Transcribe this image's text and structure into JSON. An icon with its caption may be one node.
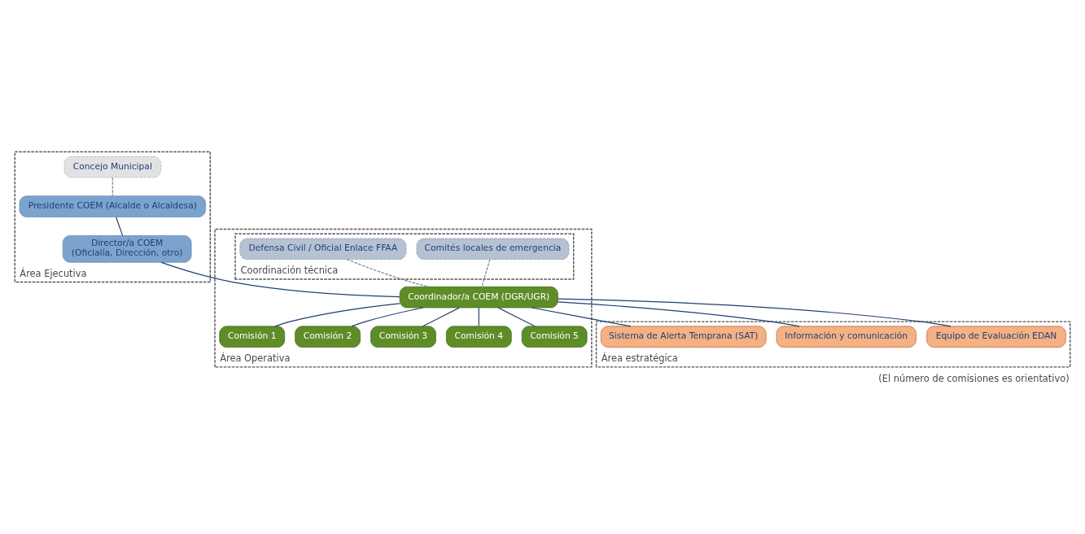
{
  "diagram": {
    "caption": "(El número de comisiones es orientativo)",
    "nodes": [
      {
        "text": [
          "Área Ejecutiva"
        ]
      },
      {
        "text": [
          "Concejo Municipal"
        ],
        "in": 0
      },
      {
        "text": [
          "Presidente COEM (Alcalde o Alcaldesa)"
        ],
        "in": 0
      },
      {
        "text": [
          "Director/a COEM",
          "(Oficialía, Dirección, otro)"
        ],
        "in": 0
      },
      {
        "text": [
          "Área Operativa"
        ]
      },
      {
        "text": [
          "Coordinación técnica"
        ],
        "in": 4
      },
      {
        "text": [
          "Comités locales de emergencia"
        ],
        "in": 5
      },
      {
        "text": [
          "Defensa Civil / Oficial Enlace FFAA"
        ],
        "in": 5
      },
      {
        "text": [
          "Coordinador/a COEM (DGR/UGR)"
        ],
        "in": 4
      },
      {
        "text": [
          "Comisión 1"
        ],
        "in": 4
      },
      {
        "text": [
          "Comisión 2"
        ],
        "in": 4
      },
      {
        "text": [
          "Comisión 3"
        ],
        "in": 4
      },
      {
        "text": [
          "Comisión 4"
        ],
        "in": 4
      },
      {
        "text": [
          "Comisión 5"
        ],
        "in": 4
      },
      {
        "text": [
          "Área estratégica"
        ]
      },
      {
        "text": [
          "Equipo de Evaluación EDAN"
        ],
        "in": 14
      },
      {
        "text": [
          "Información y comunicación"
        ],
        "in": 14
      },
      {
        "text": [
          "Sistema de Alerta Temprana (SAT)"
        ],
        "in": 14
      }
    ],
    "edges": [
      {
        "from": 1,
        "to": 2,
        "arrow": "none",
        "style": "dashed",
        "color": "#7a7a9a"
      },
      {
        "from": 2,
        "to": 3,
        "arrow": "none"
      },
      {
        "from": 3,
        "to": 8,
        "arrow": "none"
      },
      {
        "from": 6,
        "to": 8,
        "arrow": "none",
        "style": "dashed",
        "color": "#7a7a9a"
      },
      {
        "from": 7,
        "to": 8,
        "arrow": "none",
        "style": "dashed",
        "color": "#7a7a9a"
      },
      {
        "from": 8,
        "to": 15,
        "arrow": "none"
      },
      {
        "from": 8,
        "to": 16,
        "arrow": "none"
      },
      {
        "from": 8,
        "to": 17,
        "arrow": "none"
      },
      {
        "from": 8,
        "to": 9,
        "arrow": "none"
      },
      {
        "from": 8,
        "to": 10,
        "arrow": "none"
      },
      {
        "from": 8,
        "to": 11,
        "arrow": "none"
      },
      {
        "from": 8,
        "to": 12,
        "arrow": "none"
      },
      {
        "from": 8,
        "to": 13,
        "arrow": "none"
      }
    ]
  }
}
